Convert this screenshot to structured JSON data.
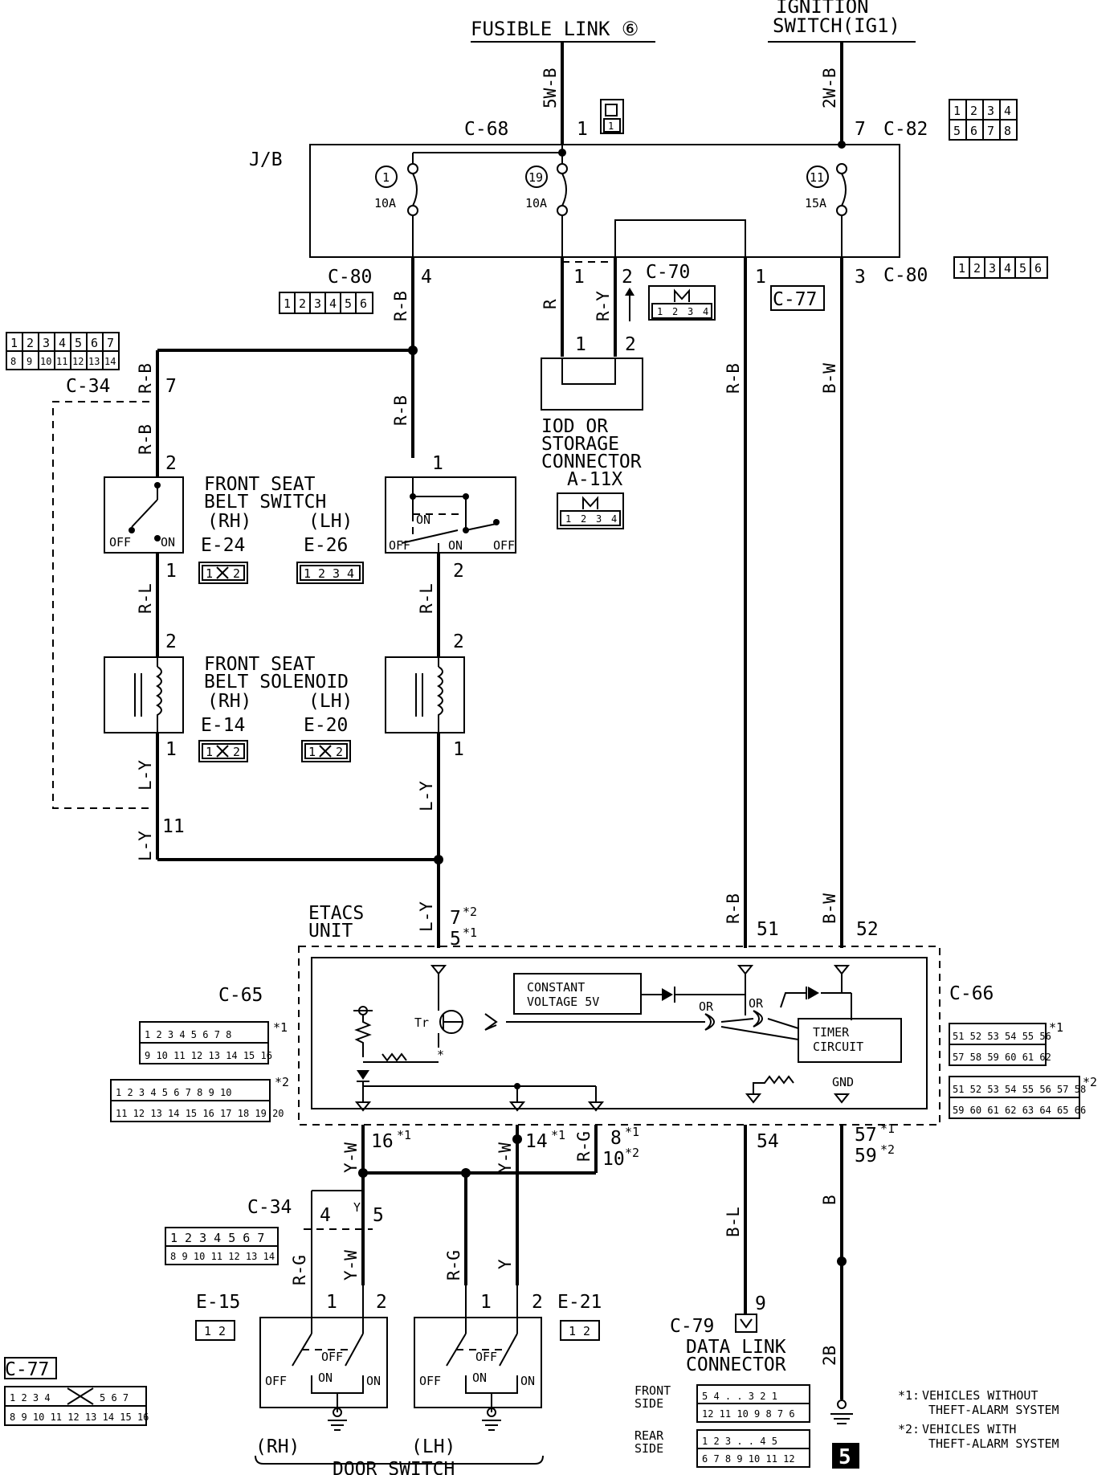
{
  "sources": {
    "fusible_link": "FUSIBLE LINK ⑥",
    "ignition_top": "IGNITION",
    "ignition_bottom": "SWITCH(IG1)"
  },
  "jb": {
    "label": "J/B",
    "fuses": [
      {
        "num": "1",
        "amp": "10A"
      },
      {
        "num": "19",
        "amp": "10A"
      },
      {
        "num": "11",
        "amp": "15A"
      }
    ]
  },
  "connectors": {
    "c68": "C-68",
    "c82": "C-82",
    "c80a": "C-80",
    "c80b": "C-80",
    "c70": "C-70",
    "c77a": "C-77",
    "c77b": "C-77",
    "c34a": "C-34",
    "c34b": "C-34",
    "c65": "C-65",
    "c66": "C-66",
    "c79": "C-79",
    "a11x": "A-11X",
    "e24": "E-24",
    "e26": "E-26",
    "e14": "E-14",
    "e20": "E-20",
    "e15": "E-15",
    "e21": "E-21"
  },
  "wires": {
    "w5wb": "5W-B",
    "w2wb": "2W-B",
    "rb": "R-B",
    "r": "R",
    "ry": "R-Y",
    "bw": "B-W",
    "rl": "R-L",
    "ly": "L-Y",
    "yw": "Y-W",
    "rg": "R-G",
    "y": "Y",
    "bl": "B-L",
    "b": "B",
    "2b": "2B"
  },
  "pins": {
    "p1": "1",
    "p2": "2",
    "p3": "3",
    "p4": "4",
    "p5": "5",
    "p7": "7",
    "p9": "9",
    "p11": "11",
    "p51": "51",
    "p52": "52",
    "p54": "54",
    "p16": "16",
    "p14": "14",
    "p8": "8",
    "p10": "10",
    "p57": "57",
    "p59": "59",
    "p7s2": "7",
    "p5s1": "5"
  },
  "stars": {
    "s1": "*1",
    "s2": "*2"
  },
  "components": {
    "seat_switch": [
      "FRONT SEAT",
      "BELT SWITCH"
    ],
    "seat_solenoid": [
      "FRONT SEAT",
      "BELT SOLENOID"
    ],
    "rh": "(RH)",
    "lh": "(LH)",
    "iod": [
      "IOD OR",
      "STORAGE",
      "CONNECTOR"
    ],
    "etacs": [
      "ETACS",
      "UNIT"
    ],
    "constant_voltage": [
      "CONSTANT",
      "VOLTAGE 5V"
    ],
    "timer": [
      "TIMER",
      "CIRCUIT"
    ],
    "or": "OR",
    "tr": "Tr",
    "gnd": "GND",
    "off": "OFF",
    "on": "ON",
    "data_link": [
      "DATA LINK",
      "CONNECTOR"
    ],
    "door_switch": "DOOR SWITCH",
    "front_side": [
      "FRONT",
      "SIDE"
    ],
    "rear_side": [
      "REAR",
      "SIDE"
    ]
  },
  "notes": {
    "n1_key": "*1:",
    "n1": [
      "VEHICLES WITHOUT",
      "THEFT-ALARM SYSTEM"
    ],
    "n2_key": "*2:",
    "n2": [
      "VEHICLES WITH",
      "THEFT-ALARM SYSTEM"
    ],
    "page": "5"
  },
  "connector_faces": {
    "c68": [
      "1"
    ],
    "c82": [
      "1",
      "2",
      "3",
      "4",
      "5",
      "6",
      "7",
      "8"
    ],
    "c80": [
      "1",
      "2",
      "3",
      "4",
      "5",
      "6"
    ],
    "c70": [
      "1",
      "2",
      "3",
      "4"
    ],
    "c34_top": [
      "1",
      "2",
      "3",
      "4",
      "5",
      "6",
      "7",
      "8",
      "9",
      "10",
      "11",
      "12",
      "13",
      "14"
    ],
    "e24": [
      "1",
      "2"
    ],
    "e26": [
      "1",
      "2",
      "3",
      "4"
    ],
    "e14": [
      "1",
      "2"
    ],
    "e20": [
      "1",
      "2"
    ],
    "a11x": [
      "1",
      "2",
      "3",
      "4"
    ],
    "c65_s1": [
      "1",
      "2",
      "3",
      "4",
      "5",
      "6",
      "7",
      "8",
      "9",
      "10",
      "11",
      "12",
      "13",
      "14",
      "15",
      "16"
    ],
    "c65_s2": [
      "1",
      "2",
      "3",
      "4",
      "5",
      "6",
      "7",
      "8",
      "9",
      "10",
      "11",
      "12",
      "13",
      "14",
      "15",
      "16",
      "17",
      "18",
      "19",
      "20"
    ],
    "c66_s1": [
      "51",
      "52",
      "53",
      "54",
      "55",
      "56",
      "57",
      "58",
      "59",
      "60",
      "61",
      "62"
    ],
    "c66_s2": [
      "51",
      "52",
      "53",
      "54",
      "55",
      "56",
      "57",
      "58",
      "59",
      "60",
      "61",
      "62",
      "63",
      "64",
      "65",
      "66"
    ],
    "e15": [
      "1",
      "2"
    ],
    "e21": [
      "1",
      "2"
    ],
    "c77": [
      "1",
      "2",
      "3",
      "4",
      "5",
      "6",
      "7",
      "8",
      "9",
      "10",
      "11",
      "12",
      "13",
      "14",
      "15",
      "16"
    ],
    "dl_front": [
      "5",
      "4",
      "3",
      "2",
      "1",
      "12",
      "11",
      "10",
      "9",
      "8",
      "7",
      "6"
    ],
    "dl_rear": [
      "1",
      "2",
      "3",
      "4",
      "5",
      "6",
      "7",
      "8",
      "9",
      "10",
      "11",
      "12"
    ]
  }
}
